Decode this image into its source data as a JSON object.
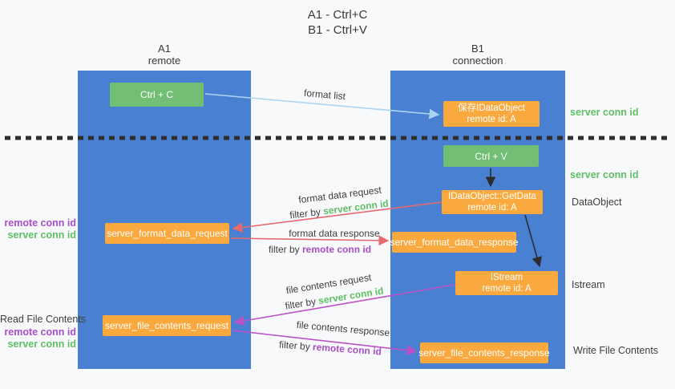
{
  "title": {
    "line1": "A1 - Ctrl+C",
    "line2": "B1 - Ctrl+V"
  },
  "lanes": {
    "left": {
      "title": "A1",
      "subtitle": "remote"
    },
    "right": {
      "title": "B1",
      "subtitle": "connection"
    }
  },
  "nodes": {
    "ctrl_c": {
      "label": "Ctrl + C"
    },
    "save_idataobject": {
      "line1": "保存IDataObject",
      "line2": "remote id: A"
    },
    "ctrl_v": {
      "label": "Ctrl + V"
    },
    "getdata": {
      "line1": "IDataObject::GetData",
      "line2": "remote id: A"
    },
    "server_format_data_request": {
      "label": "server_format_data_request"
    },
    "server_format_data_response": {
      "label": "server_format_data_response"
    },
    "istream": {
      "line1": "IStream",
      "line2": "remote id: A"
    },
    "server_file_contents_request": {
      "label": "server_file_contents_request"
    },
    "server_file_contents_response": {
      "label": "server_file_contents_response"
    }
  },
  "flow_labels": {
    "format_list": "format list",
    "format_data_request": "format data request",
    "format_data_response": "format data response",
    "file_contents_request": "file contents request",
    "file_contents_response": "file contents response",
    "filter_by": "filter by",
    "server_conn_id": "server conn id",
    "remote_conn_id": "remote conn id"
  },
  "side_labels": {
    "left_format": {
      "remote": "remote conn id",
      "server": "server conn id"
    },
    "read_file_contents": "Read File Contents",
    "left_file": {
      "remote": "remote conn id",
      "server": "server conn id"
    },
    "right_server_conn_top": "server conn id",
    "right_server_conn_mid": "server conn id",
    "dataobject": "DataObject",
    "istream": "Istream",
    "write_file_contents": "Write File Contents"
  },
  "colors": {
    "lane_blue": "#4a80d2",
    "node_green": "#71be74",
    "node_orange": "#f9a93e",
    "arrow_red": "#e5696d",
    "arrow_purple": "#bb52c8",
    "arrow_light_blue": "#aad4f2",
    "arrow_black": "#2d2d2d",
    "text_green": "#5fbf63",
    "text_purple": "#a94fc6",
    "text_dark": "#3f3f3f",
    "background": "#f8f9fb"
  }
}
